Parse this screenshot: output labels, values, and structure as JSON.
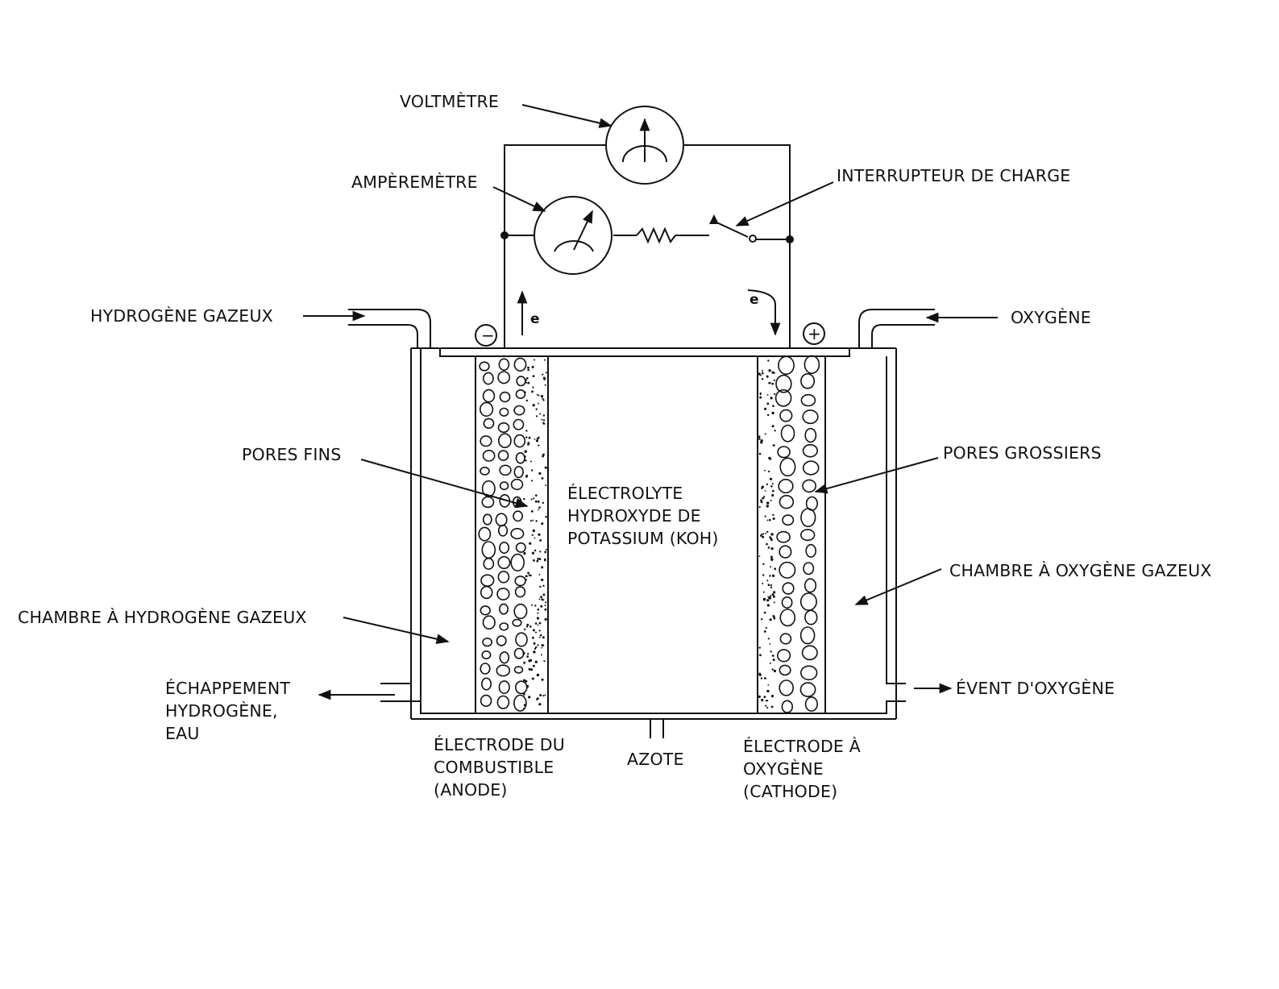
{
  "labels": {
    "voltmeter": "VOLTMÈTRE",
    "ammeter": "AMPÈREMÈTRE",
    "load_switch": "INTERRUPTEUR DE CHARGE",
    "hydrogen_gas": "HYDROGÈNE GAZEUX",
    "oxygen": "OXYGÈNE",
    "fine_pores": "PORES FINS",
    "coarse_pores": "PORES GROSSIERS",
    "electrolyte": [
      "ÉLECTROLYTE",
      "HYDROXYDE DE",
      "POTASSIUM (KOH)"
    ],
    "oxygen_chamber": "CHAMBRE À OXYGÈNE GAZEUX",
    "hydrogen_chamber": "CHAMBRE À HYDROGÈNE GAZEUX",
    "hydrogen_exhaust": [
      "ÉCHAPPEMENT",
      "HYDROGÈNE,",
      "EAU"
    ],
    "oxygen_vent": "ÉVENT D'OXYGÈNE",
    "fuel_electrode": [
      "ÉLECTRODE DU",
      "COMBUSTIBLE",
      "(ANODE)"
    ],
    "nitrogen": "AZOTE",
    "oxygen_electrode": [
      "ÉLECTRODE À",
      "OXYGÈNE",
      "(CATHODE)"
    ]
  },
  "symbols": {
    "negative": "−",
    "positive": "+",
    "electron_left": "e",
    "electron_right": "e"
  }
}
